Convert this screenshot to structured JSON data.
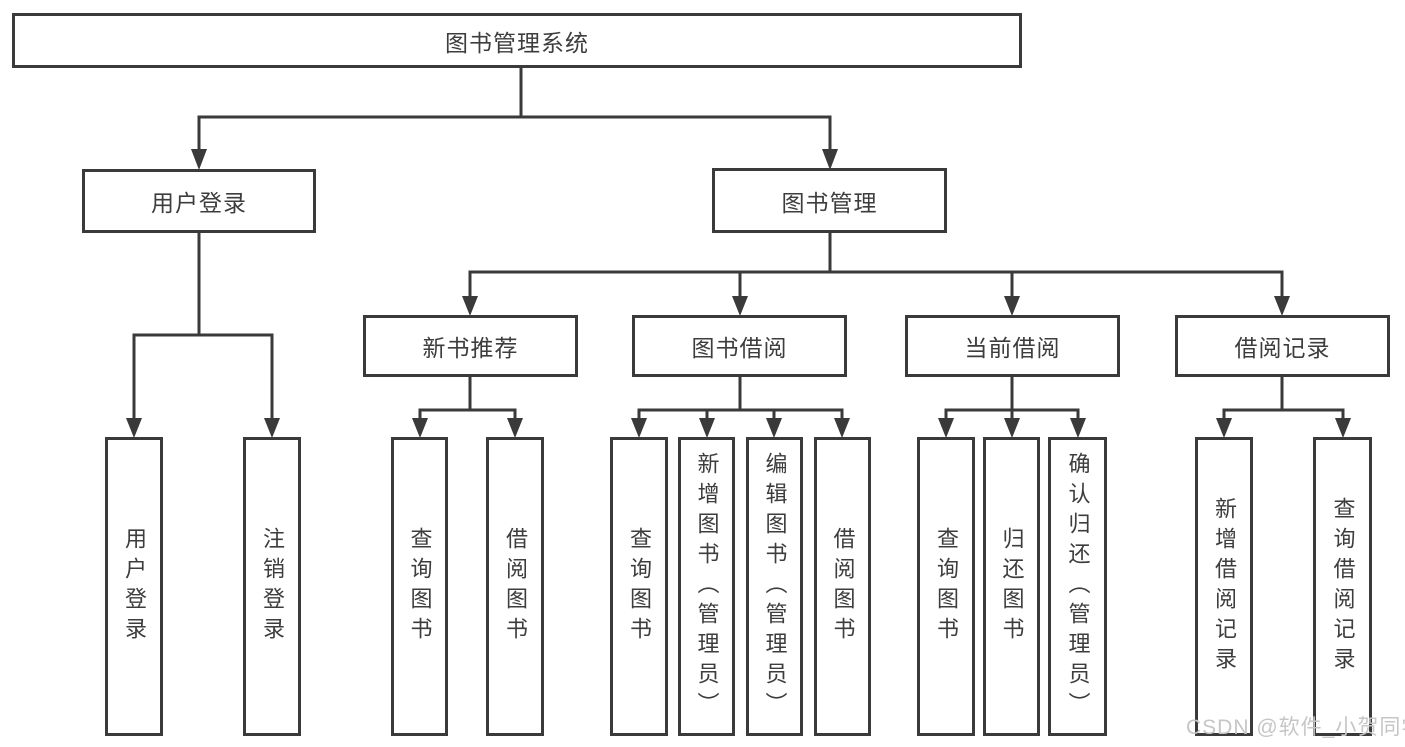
{
  "tree": {
    "label": "图书管理系统",
    "children": [
      {
        "label": "用户登录",
        "children": [
          {
            "label": "用户登录"
          },
          {
            "label": "注销登录"
          }
        ]
      },
      {
        "label": "图书管理",
        "children": [
          {
            "label": "新书推荐",
            "children": [
              {
                "label": "查询图书"
              },
              {
                "label": "借阅图书"
              }
            ]
          },
          {
            "label": "图书借阅",
            "children": [
              {
                "label": "查询图书"
              },
              {
                "label": "新增图书（管理员）"
              },
              {
                "label": "编辑图书（管理员）"
              },
              {
                "label": "借阅图书"
              }
            ]
          },
          {
            "label": "当前借阅",
            "children": [
              {
                "label": "查询图书"
              },
              {
                "label": "归还图书"
              },
              {
                "label": "确认归还（管理员）"
              }
            ]
          },
          {
            "label": "借阅记录",
            "children": [
              {
                "label": "新增借阅记录"
              },
              {
                "label": "查询借阅记录"
              }
            ]
          }
        ]
      }
    ]
  },
  "watermark": {
    "text": "CSDN @软件_小贺同学"
  },
  "colors": {
    "background": "#ffffff",
    "line": "#3a3a3a",
    "box_border": "#3a3a3a",
    "text": "#3d3d3d",
    "watermark": "#c6c6c6"
  }
}
